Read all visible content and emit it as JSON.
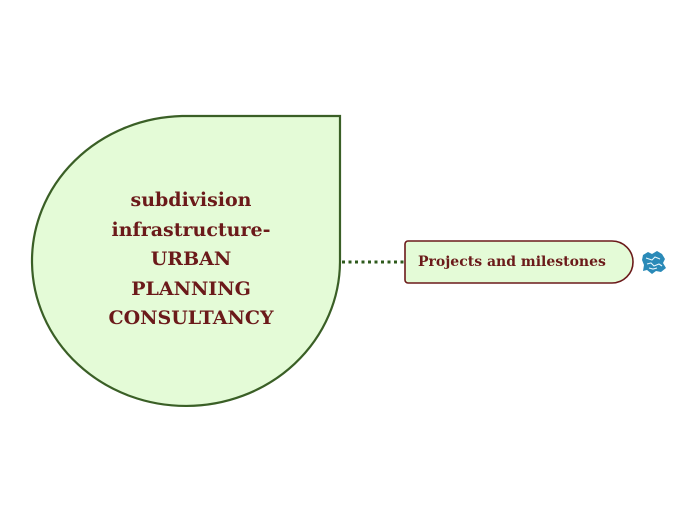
{
  "mindmap": {
    "central_topic": {
      "lines": [
        "subdivision",
        "infrastructure-",
        "URBAN",
        "PLANNING",
        "CONSULTANCY"
      ]
    },
    "subtopics": [
      {
        "label": "Projects and milestones",
        "icon": "map-icon"
      }
    ]
  },
  "colors": {
    "node_fill": "#e4fbd7",
    "central_border": "#3a5f26",
    "child_border": "#6b1a1a",
    "connector": "#2e5a1c",
    "text": "#6b1a1a",
    "icon": "#2a8ab8"
  }
}
